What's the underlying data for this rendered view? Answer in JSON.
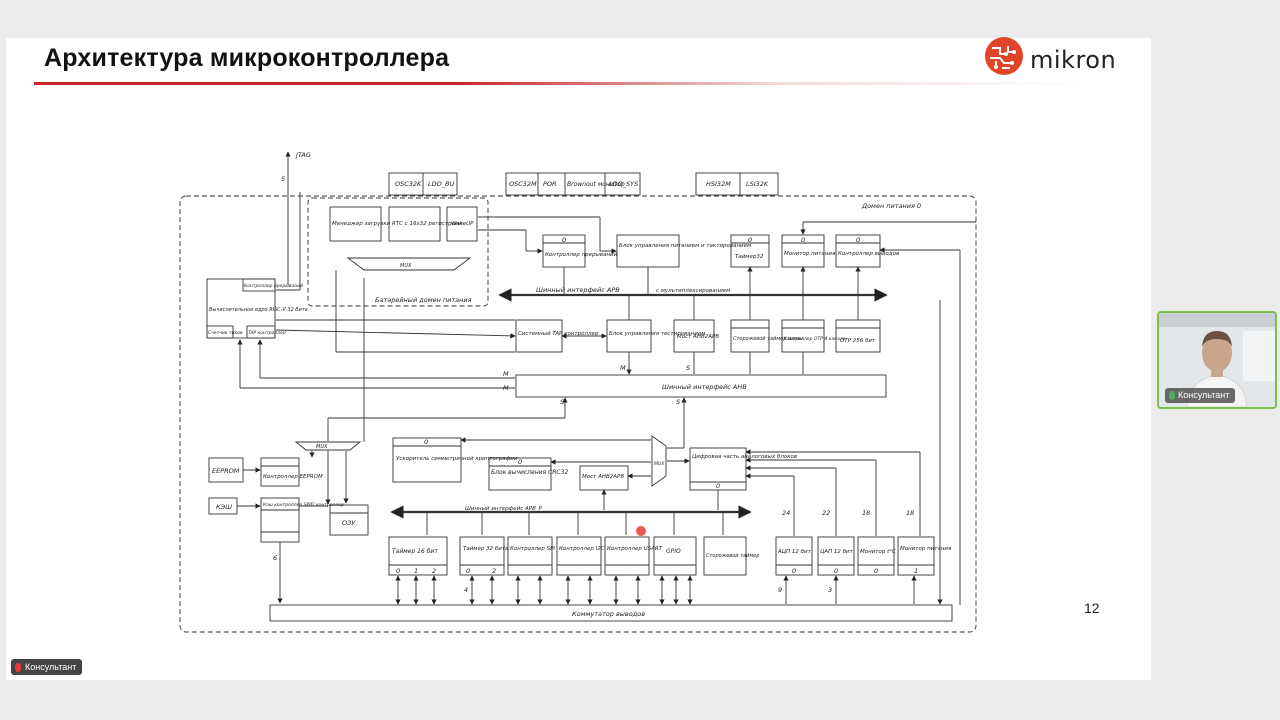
{
  "slide": {
    "title": "Архитектура микроконтроллера",
    "logo_text": "mikron",
    "logo_icon": "mikron-logo-icon",
    "page_number": "12",
    "accent_color": "#c62828"
  },
  "diagram": {
    "jtag": "JTAG",
    "jtag_width": "5",
    "top_blocks": [
      "OSC32K",
      "LDO_BU",
      "OSC32M",
      "POR",
      "Brownout монитор",
      "LDO_SYS",
      "HSI32M",
      "LSI32K"
    ],
    "power_domain": "Домен питания 0",
    "battery_domain": "Батарейный домен питания",
    "boot_manager": "Менеджер загрузки",
    "rtc": "RTC с 16x32 регистрами",
    "wakeup": "WakeUP",
    "mux": "MUX",
    "int_controller": "Контроллер прерываний",
    "power_block": "Блок управления питанием и тактированием",
    "timer32": "Таймер32",
    "power_monitor": "Монитор питания",
    "pin_controller": "Контроллер выводов",
    "apb_bus": "Шинный интерфейс APB",
    "apb_mux_note": "с мультиплексированием",
    "core": "Вычислительное ядро RISC-V 32 бита",
    "core_irq": "Контроллер прерываний",
    "core_counter": "Счетчик тиков",
    "core_tap": "TAP контроллер",
    "sys_tap": "Системный TAP контроллер",
    "test_block": "Блок управления тестированием",
    "bridge_ahb_apb": "Мост AHB2APB",
    "watchdog": "Сторожевой таймер шины",
    "otp_ctrl": "Контроллер OTP 4 канала",
    "otp": "OTP 256 бит",
    "ahb_bus": "Шинный интерфейс AHB",
    "eeprom": "EEPROM",
    "eeprom_ctrl": "Контроллер EEPROM",
    "cache": "КЭШ",
    "cache_spifi": "Кэш контроллер SPIFI контроллер",
    "ram": "ОЗУ",
    "crypto": "Ускоритель симметричной криптографии",
    "crc": "Блок вычисления CRC32",
    "bridge2": "Мост AHB2APB",
    "analog_digital": "Цифровая часть аналоговых блоков",
    "apb_p_bus": "Шинный интерфейс APB_P",
    "peripherals": [
      "Таймер 16 бит",
      "Таймер 32 бита",
      "Контроллер SPI",
      "Контроллер I2C",
      "Контроллер USART",
      "GPIO",
      "Сторожевой таймер"
    ],
    "analog_blocks": [
      "АЦП 12 бит",
      "ЦАП 12 бит",
      "Монитор t°C",
      "Монитор питания"
    ],
    "pin_switch": "Коммутатор выводов",
    "bus_master": "M",
    "bus_slave": "S",
    "index_zero": "0",
    "index_one": "1",
    "index_two": "2",
    "bus_widths": [
      "24",
      "22",
      "18",
      "18",
      "9",
      "3",
      "4",
      "6"
    ]
  },
  "video": {
    "participant_name": "Консультант",
    "mic_icon": "mic-icon",
    "mic_color": "#4caf50"
  },
  "presenter_badge": {
    "name": "Консультант",
    "mic_icon": "mic-muted-icon",
    "mic_color": "#e53935"
  }
}
